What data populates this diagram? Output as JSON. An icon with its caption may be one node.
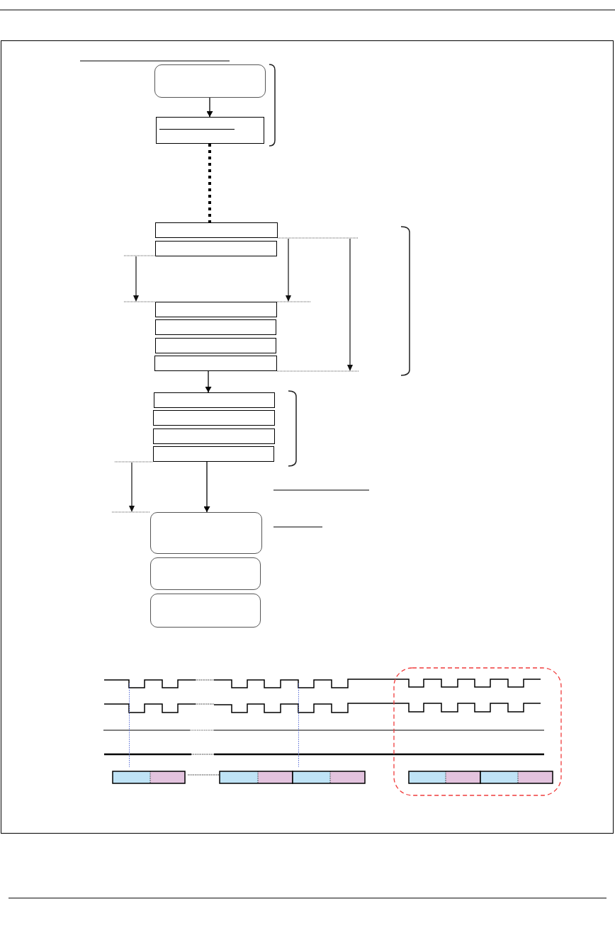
{
  "diagram": {
    "nodes": [
      {
        "text": [],
        "shape": "box"
      },
      {
        "text": [],
        "shape": "box"
      },
      {
        "text": [],
        "shape": "box"
      },
      {
        "text": [],
        "shape": "box"
      },
      {
        "text": [],
        "shape": "box"
      },
      {
        "text": [],
        "shape": "box"
      },
      {
        "text": [],
        "shape": "box"
      },
      {
        "text": [],
        "shape": "box"
      },
      {
        "text": [],
        "shape": "box"
      },
      {
        "text": [],
        "shape": "box"
      },
      {
        "text": [],
        "shape": "box"
      },
      {
        "text": [],
        "shape": "box"
      },
      {
        "text": [],
        "shape": "box"
      },
      {
        "text": [],
        "shape": "box"
      },
      {
        "text": [],
        "shape": "box"
      }
    ],
    "edges": [
      {
        "from": 0,
        "to": 1,
        "arrow": "to"
      },
      {
        "from": 1,
        "to": 2,
        "arrow": "none",
        "style": "dashed"
      },
      {
        "from": 7,
        "to": 8,
        "arrow": "to"
      },
      {
        "from": 11,
        "to": 12,
        "arrow": "to"
      }
    ]
  }
}
